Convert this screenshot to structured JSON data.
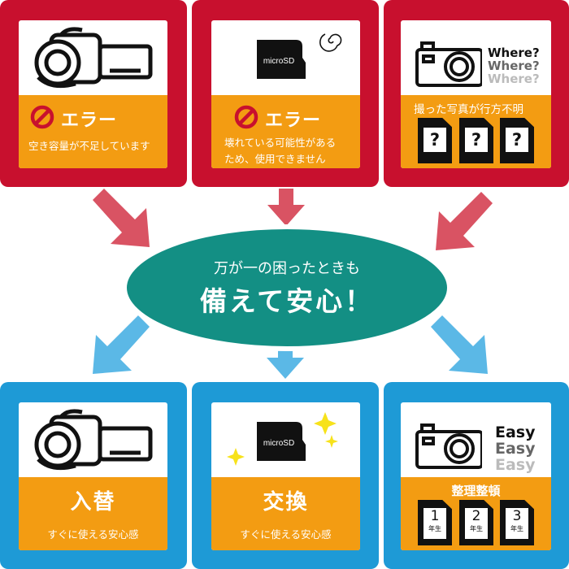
{
  "colors": {
    "red": "#c8102e",
    "blue": "#1e9ad6",
    "orange": "#f39c12",
    "teal": "#138f84"
  },
  "top": [
    {
      "title": "エラー",
      "lines": [
        "空き容量が不足しています"
      ],
      "icon": "video-camera-icon"
    },
    {
      "title": "エラー",
      "lines": [
        "壊れている可能性がある",
        "ため、使用できません"
      ],
      "icon": "microsd-card-icon",
      "card_label": "microSD"
    },
    {
      "title": "撮った写真が行方不明",
      "words": [
        "Where?",
        "Where?",
        "Where?"
      ],
      "icon": "camera-icon",
      "card_marks": [
        "?",
        "?",
        "?"
      ]
    }
  ],
  "center": {
    "line1": "万が一の困ったときも",
    "line2": "備えて安心！"
  },
  "bottom": [
    {
      "title": "入替",
      "caption": "すぐに使える安心感",
      "icon": "video-camera-icon"
    },
    {
      "title": "交換",
      "caption": "すぐに使える安心感",
      "icon": "microsd-card-icon",
      "card_label": "microSD"
    },
    {
      "title": "整理整頓",
      "words": [
        "Easy",
        "Easy",
        "Easy"
      ],
      "icon": "camera-icon",
      "cards": [
        {
          "num": "1",
          "sub": "年生"
        },
        {
          "num": "2",
          "sub": "年生"
        },
        {
          "num": "3",
          "sub": "年生"
        }
      ]
    }
  ]
}
